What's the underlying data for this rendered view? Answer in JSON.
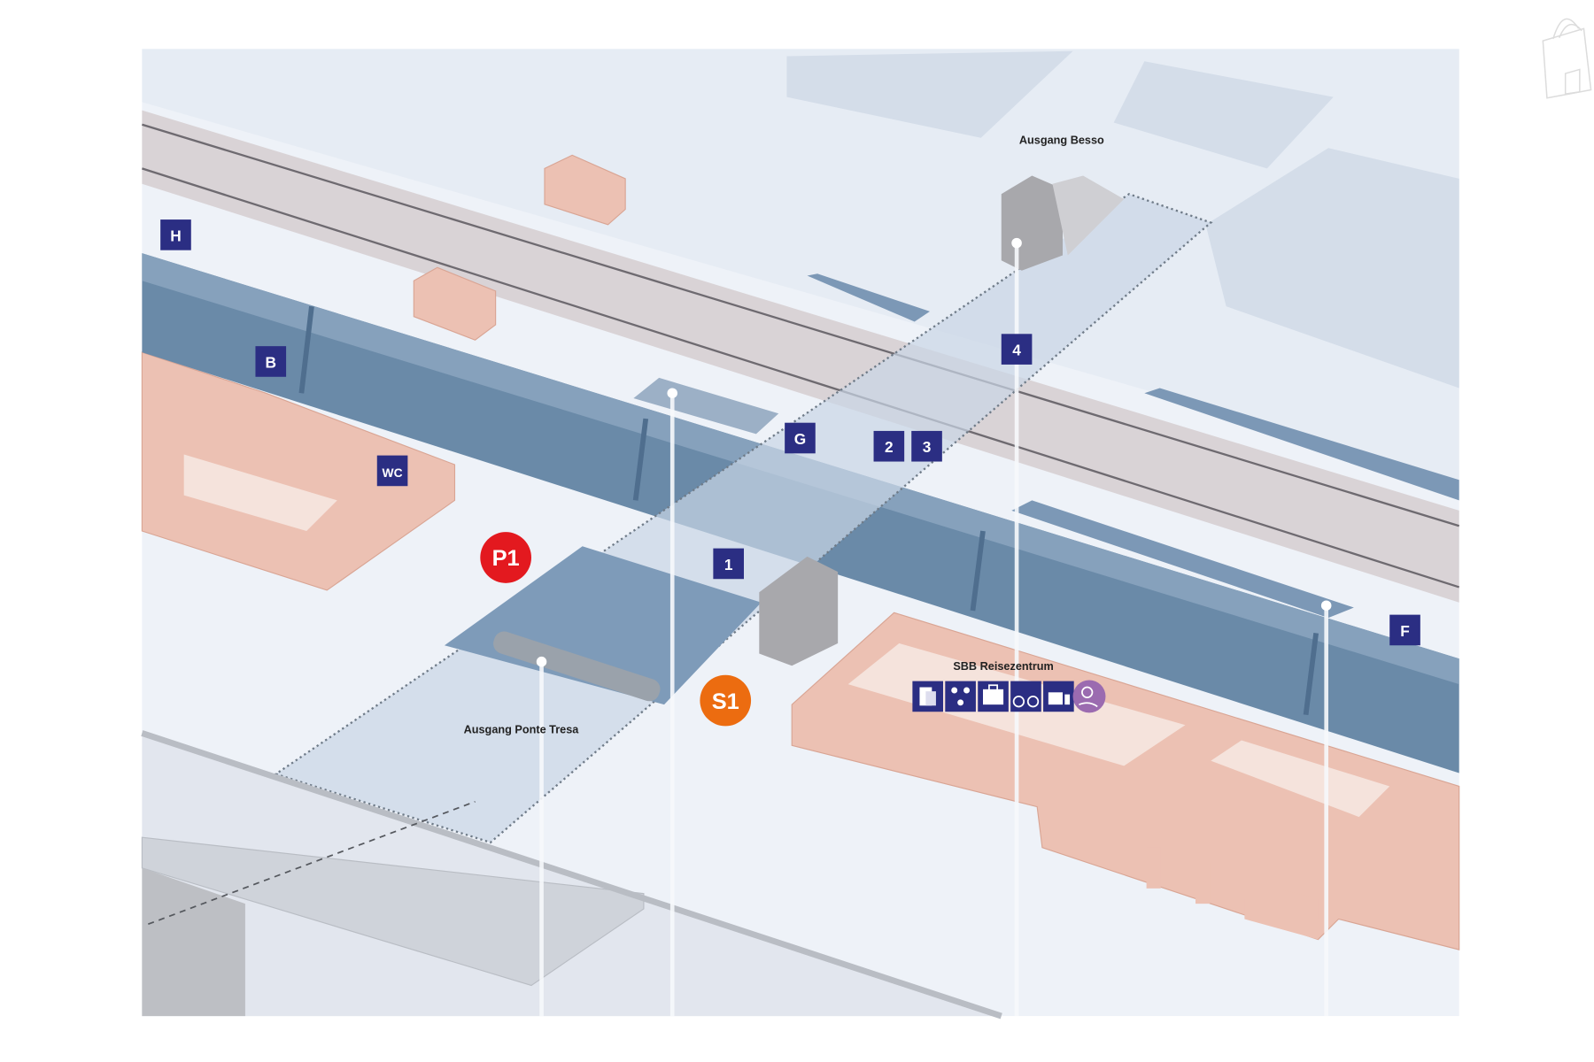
{
  "map": {
    "labels": {
      "exit_besso": "Ausgang Besso",
      "exit_ponte_tresa": "Ausgang Ponte Tresa",
      "travel_centre": "SBB Reisezentrum"
    },
    "markers": {
      "h": "H",
      "b": "B",
      "wc": "WC",
      "g": "G",
      "two": "2",
      "three": "3",
      "four": "4",
      "one": "1",
      "f": "F",
      "p1": "P1",
      "s1": "S1"
    },
    "service_icons": [
      "tickets-icon",
      "connections-icon",
      "luggage-icon",
      "bike-icon",
      "vending-icon",
      "assistance-icon"
    ],
    "corner_icon": "shopping-bag-door-icon"
  },
  "colors": {
    "marker_navy": "#2b2e83",
    "p1_red": "#e3191f",
    "s1_orange": "#ec6c10",
    "roof_blue": "#6a8aa8",
    "building_pink": "#e9b8a8",
    "assistance_purple": "#9b6bb0"
  }
}
